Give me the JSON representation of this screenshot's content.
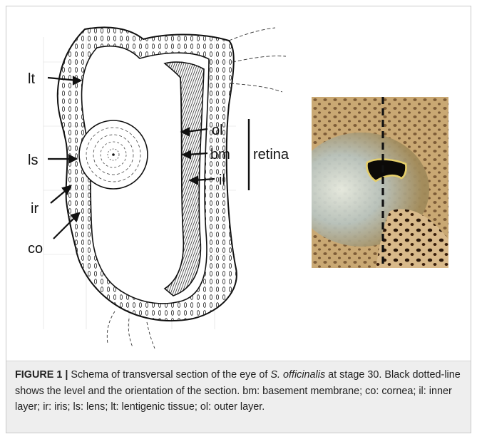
{
  "figure": {
    "label": "FIGURE 1 | ",
    "caption_before": "Schema of transversal section of the eye of ",
    "species": "S. officinalis",
    "caption_after": " at stage 30. Black dotted-line shows the level and the orientation of the section. bm: basement membrane; co: cornea; il: inner layer; ir: iris; ls: lens; lt: lentigenic tissue; ol: outer layer."
  },
  "schema_labels": {
    "lt": "lt",
    "ls": "ls",
    "ir": "ir",
    "co": "co",
    "ol": "ol",
    "bm": "bm",
    "il": "il",
    "retina": "retina"
  },
  "colors": {
    "frame_border": "#c9c9c9",
    "caption_background": "#eeeeee",
    "ink": "#111111",
    "photo_skin": "#c9a873",
    "photo_iris": "#b8c4c0"
  }
}
